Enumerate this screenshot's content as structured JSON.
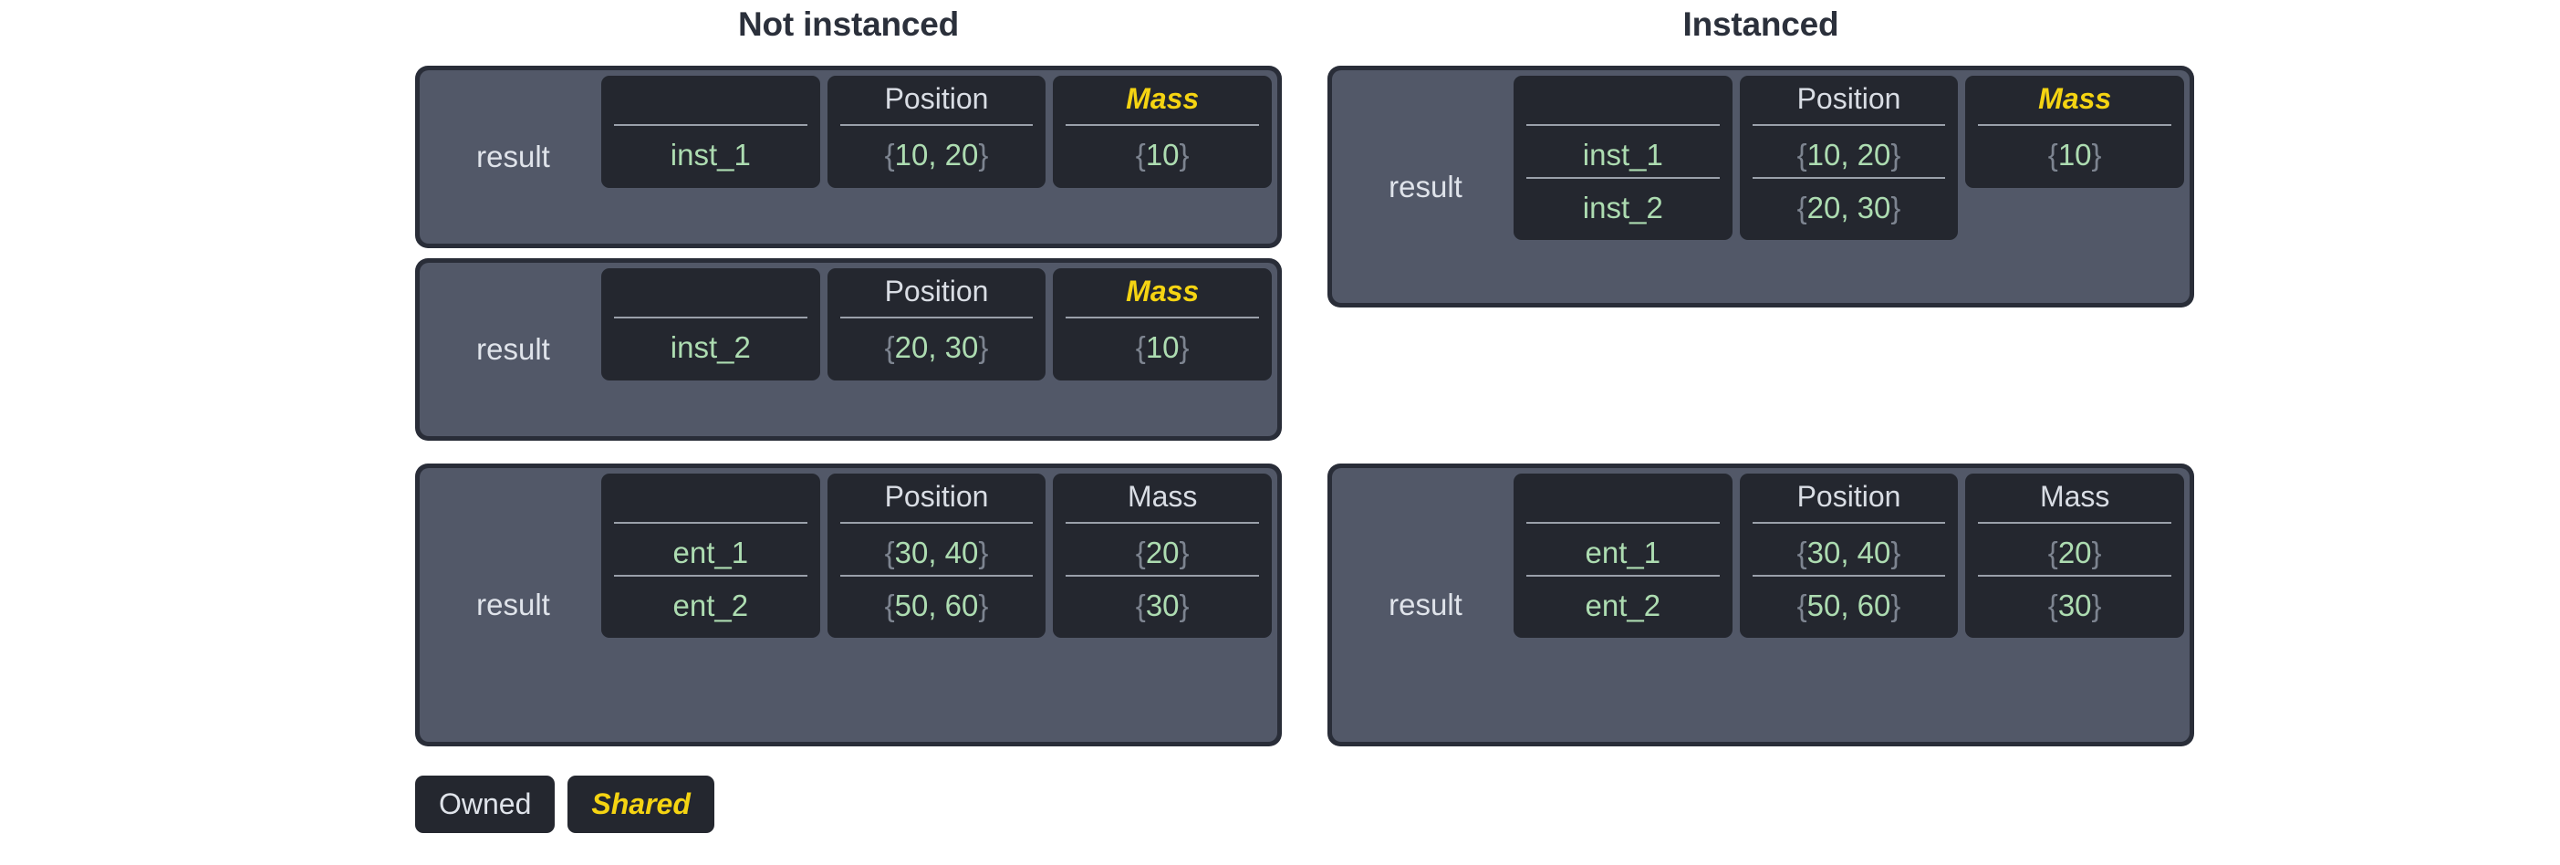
{
  "titles": {
    "left": "Not instanced",
    "right": "Instanced"
  },
  "colors": {
    "owned_text": "#d9dde4",
    "shared_text": "#f5d412",
    "value_green": "#addcb1",
    "brace_gray": "#7d8490",
    "panel_gray": "#525868",
    "card_dark": "#24272f",
    "block_border": "#292d38",
    "separator": "#9aa0aa",
    "page_bg": "#ffffff",
    "title_text": "#2b303b"
  },
  "labels": {
    "result": "result",
    "brace_open": "{",
    "brace_close": "}"
  },
  "legend": {
    "owned": "Owned",
    "shared": "Shared"
  },
  "blocks": {
    "left": [
      {
        "id": "not-instanced-inst-1",
        "result_label": "result",
        "columns": [
          {
            "header": "",
            "shared": false,
            "empty_header": true
          },
          {
            "header": "Position",
            "shared": false
          },
          {
            "header": "Mass",
            "shared": true
          }
        ],
        "rows": [
          {
            "name": "inst_1",
            "position": "{10, 20}",
            "mass": "{10}"
          }
        ]
      },
      {
        "id": "not-instanced-inst-2",
        "result_label": "result",
        "columns": [
          {
            "header": "",
            "shared": false,
            "empty_header": true
          },
          {
            "header": "Position",
            "shared": false
          },
          {
            "header": "Mass",
            "shared": true
          }
        ],
        "rows": [
          {
            "name": "inst_2",
            "position": "{20, 30}",
            "mass": "{10}"
          }
        ]
      },
      {
        "id": "not-instanced-entities",
        "result_label": "result",
        "columns": [
          {
            "header": "",
            "shared": false,
            "empty_header": true
          },
          {
            "header": "Position",
            "shared": false
          },
          {
            "header": "Mass",
            "shared": false
          }
        ],
        "rows": [
          {
            "name": "ent_1",
            "position": "{30, 40}",
            "mass": "{20}"
          },
          {
            "name": "ent_2",
            "position": "{50, 60}",
            "mass": "{30}"
          }
        ]
      }
    ],
    "right": [
      {
        "id": "instanced-instances",
        "result_label": "result",
        "columns": [
          {
            "header": "",
            "shared": false,
            "empty_header": true
          },
          {
            "header": "Position",
            "shared": false
          },
          {
            "header": "Mass",
            "shared": true
          }
        ],
        "rows": [
          {
            "name": "inst_1",
            "position": "{10, 20}",
            "mass": "{10}"
          },
          {
            "name": "inst_2",
            "position": "{20, 30}",
            "mass": null
          }
        ]
      },
      {
        "id": "instanced-entities",
        "result_label": "result",
        "columns": [
          {
            "header": "",
            "shared": false,
            "empty_header": true
          },
          {
            "header": "Position",
            "shared": false
          },
          {
            "header": "Mass",
            "shared": false
          }
        ],
        "rows": [
          {
            "name": "ent_1",
            "position": "{30, 40}",
            "mass": "{20}"
          },
          {
            "name": "ent_2",
            "position": "{50, 60}",
            "mass": "{30}"
          }
        ]
      }
    ]
  }
}
